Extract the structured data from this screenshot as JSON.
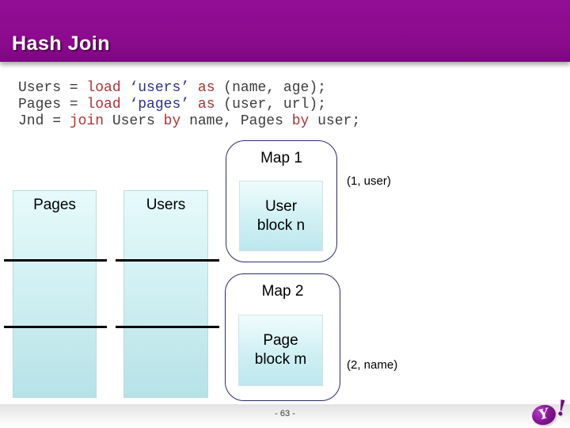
{
  "slide": {
    "title": "Hash Join",
    "page_number": "- 63 -"
  },
  "code": {
    "line1": {
      "p1": "Users = ",
      "k1": "load",
      "p2": " ",
      "s1": "‘users’",
      "p3": " ",
      "k2": "as",
      "p4": " (name, age);"
    },
    "line2": {
      "p1": "Pages = ",
      "k1": "load",
      "p2": " ",
      "s1": "‘pages’",
      "p3": " ",
      "k2": "as",
      "p4": " (user, url);"
    },
    "line3": {
      "p1": "Jnd = ",
      "k1": "join",
      "p2": " Users ",
      "k2": "by",
      "p3": " name, Pages ",
      "k3": "by",
      "p4": " user;"
    }
  },
  "diagram": {
    "pages_label": "Pages",
    "users_label": "Users",
    "map1": {
      "title": "Map 1",
      "block_line1": "User",
      "block_line2": "block n"
    },
    "map2": {
      "title": "Map 2",
      "block_line1": "Page",
      "block_line2": "block m"
    },
    "annotation1": "(1, user)",
    "annotation2": "(2, name)"
  },
  "logo": {
    "y_glyph": "Y",
    "exclamation": "!"
  },
  "colors": {
    "header_purple": "#8a0b8e",
    "keyword_red": "#b03237",
    "string_navy": "#2e3192",
    "column_cyan_top": "#e6fafb",
    "column_cyan_bottom": "#b6e2e7",
    "map_border_navy": "#2d2d6b",
    "yahoo_purple": "#7b0099"
  }
}
